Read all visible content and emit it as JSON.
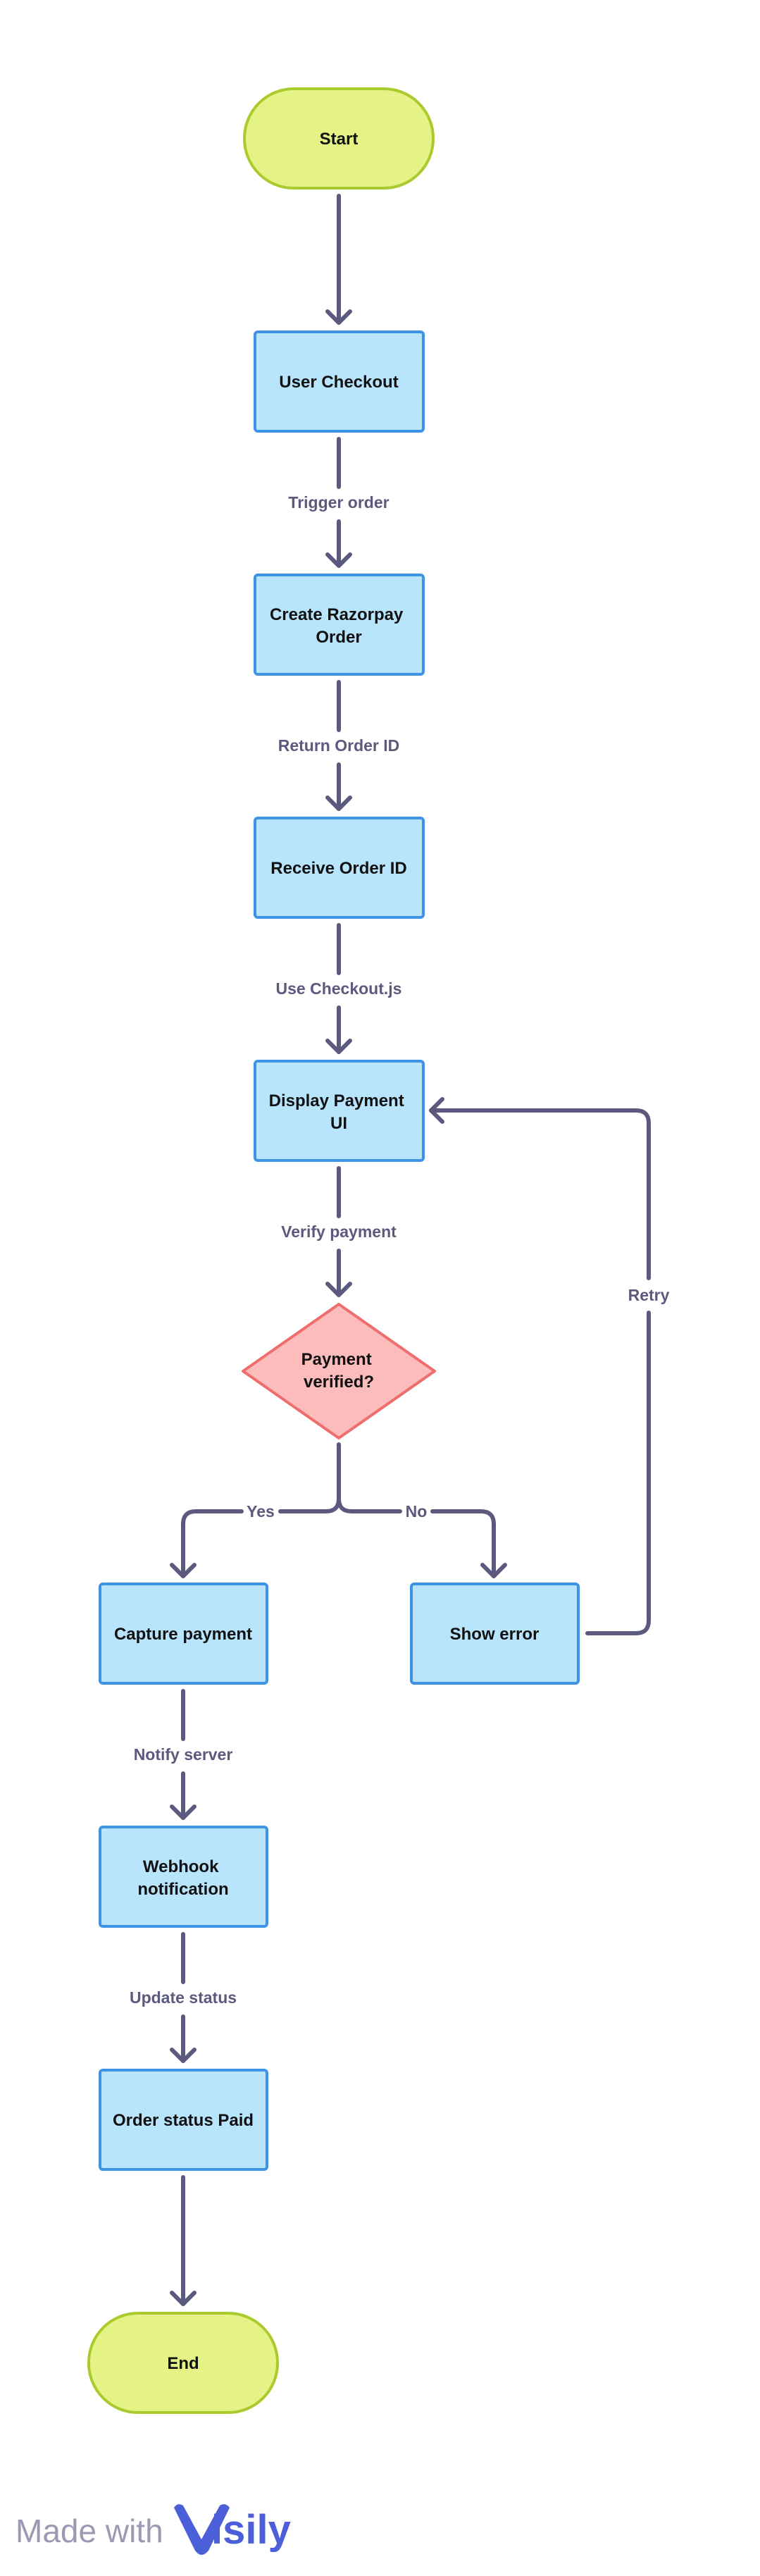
{
  "colors": {
    "terminal_fill": "#e4f286",
    "terminal_stroke": "#a9cb2d",
    "process_fill": "#b8e4fc",
    "process_stroke": "#3f93e6",
    "decision_fill": "#fdbcbc",
    "decision_stroke": "#ee6e6e",
    "edge": "#5b5a7e",
    "brand": "#4d5fd8"
  },
  "nodes": {
    "start": {
      "text": "Start"
    },
    "user_checkout": {
      "text": "User Checkout"
    },
    "create_order": {
      "line1": "Create Razorpay",
      "line2": "Order"
    },
    "receive_id": {
      "text": "Receive Order ID"
    },
    "display_ui": {
      "line1": "Display Payment",
      "line2": "UI"
    },
    "verified": {
      "line1": "Payment",
      "line2": "verified?"
    },
    "capture": {
      "text": "Capture payment"
    },
    "show_error": {
      "text": "Show error"
    },
    "webhook": {
      "line1": "Webhook",
      "line2": "notification"
    },
    "order_paid": {
      "text": "Order status Paid"
    },
    "end": {
      "text": "End"
    }
  },
  "edges": {
    "trigger_order": "Trigger order",
    "return_order_id": "Return Order ID",
    "use_checkout": "Use Checkout.js",
    "verify_payment": "Verify payment",
    "yes": "Yes",
    "no": "No",
    "retry": "Retry",
    "notify_server": "Notify server",
    "update_status": "Update status"
  },
  "watermark": {
    "made_with": "Made with",
    "brand": "isily"
  }
}
